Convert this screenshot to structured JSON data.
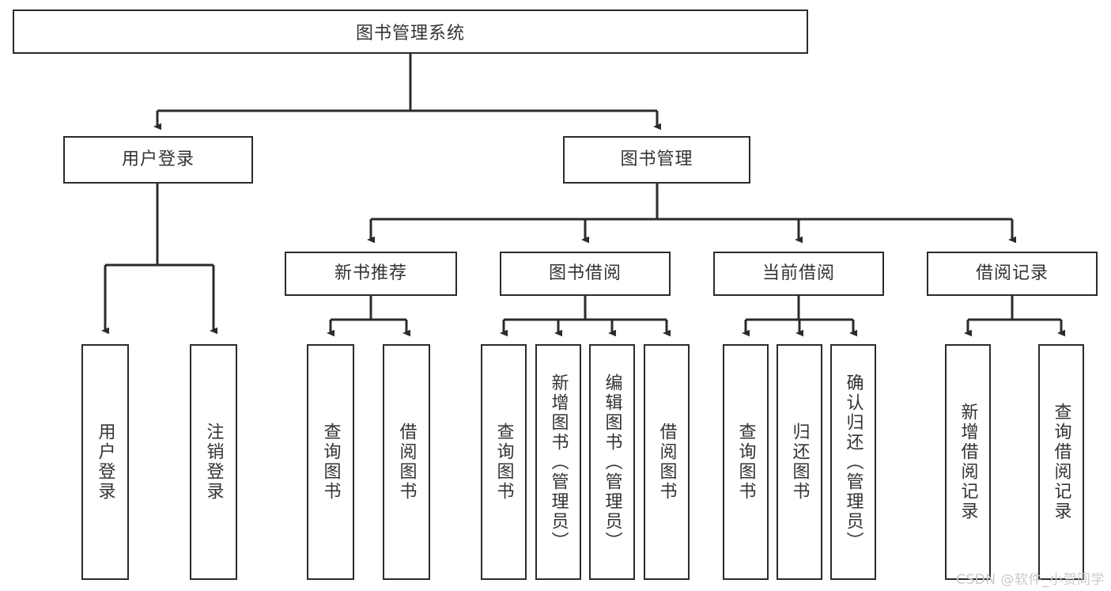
{
  "diagram": {
    "title_root": "图书管理系统",
    "watermark": "CSDN @软件_小贺同学",
    "line_color": "#2b2b2b",
    "box_border_color": "#2b2b2b",
    "box_fill": "#ffffff",
    "text_color": "#333333",
    "background": "#ffffff",
    "level2": [
      {
        "label": "用户登录"
      },
      {
        "label": "图书管理"
      }
    ],
    "level3": [
      {
        "label": "新书推荐"
      },
      {
        "label": "图书借阅"
      },
      {
        "label": "当前借阅"
      },
      {
        "label": "借阅记录"
      }
    ],
    "leaves": {
      "user_login": [
        {
          "label": "用户登录"
        },
        {
          "label": "注销登录"
        }
      ],
      "new_book_recommend": [
        {
          "label": "查询图书"
        },
        {
          "label": "借阅图书"
        }
      ],
      "book_borrow": [
        {
          "label": "查询图书"
        },
        {
          "label": "新增图书（管理员）"
        },
        {
          "label": "编辑图书（管理员）"
        },
        {
          "label": "借阅图书"
        }
      ],
      "current_borrow": [
        {
          "label": "查询图书"
        },
        {
          "label": "归还图书"
        },
        {
          "label": "确认归还（管理员）"
        }
      ],
      "borrow_record": [
        {
          "label": "新增借阅记录"
        },
        {
          "label": "查询借阅记录"
        }
      ]
    }
  }
}
